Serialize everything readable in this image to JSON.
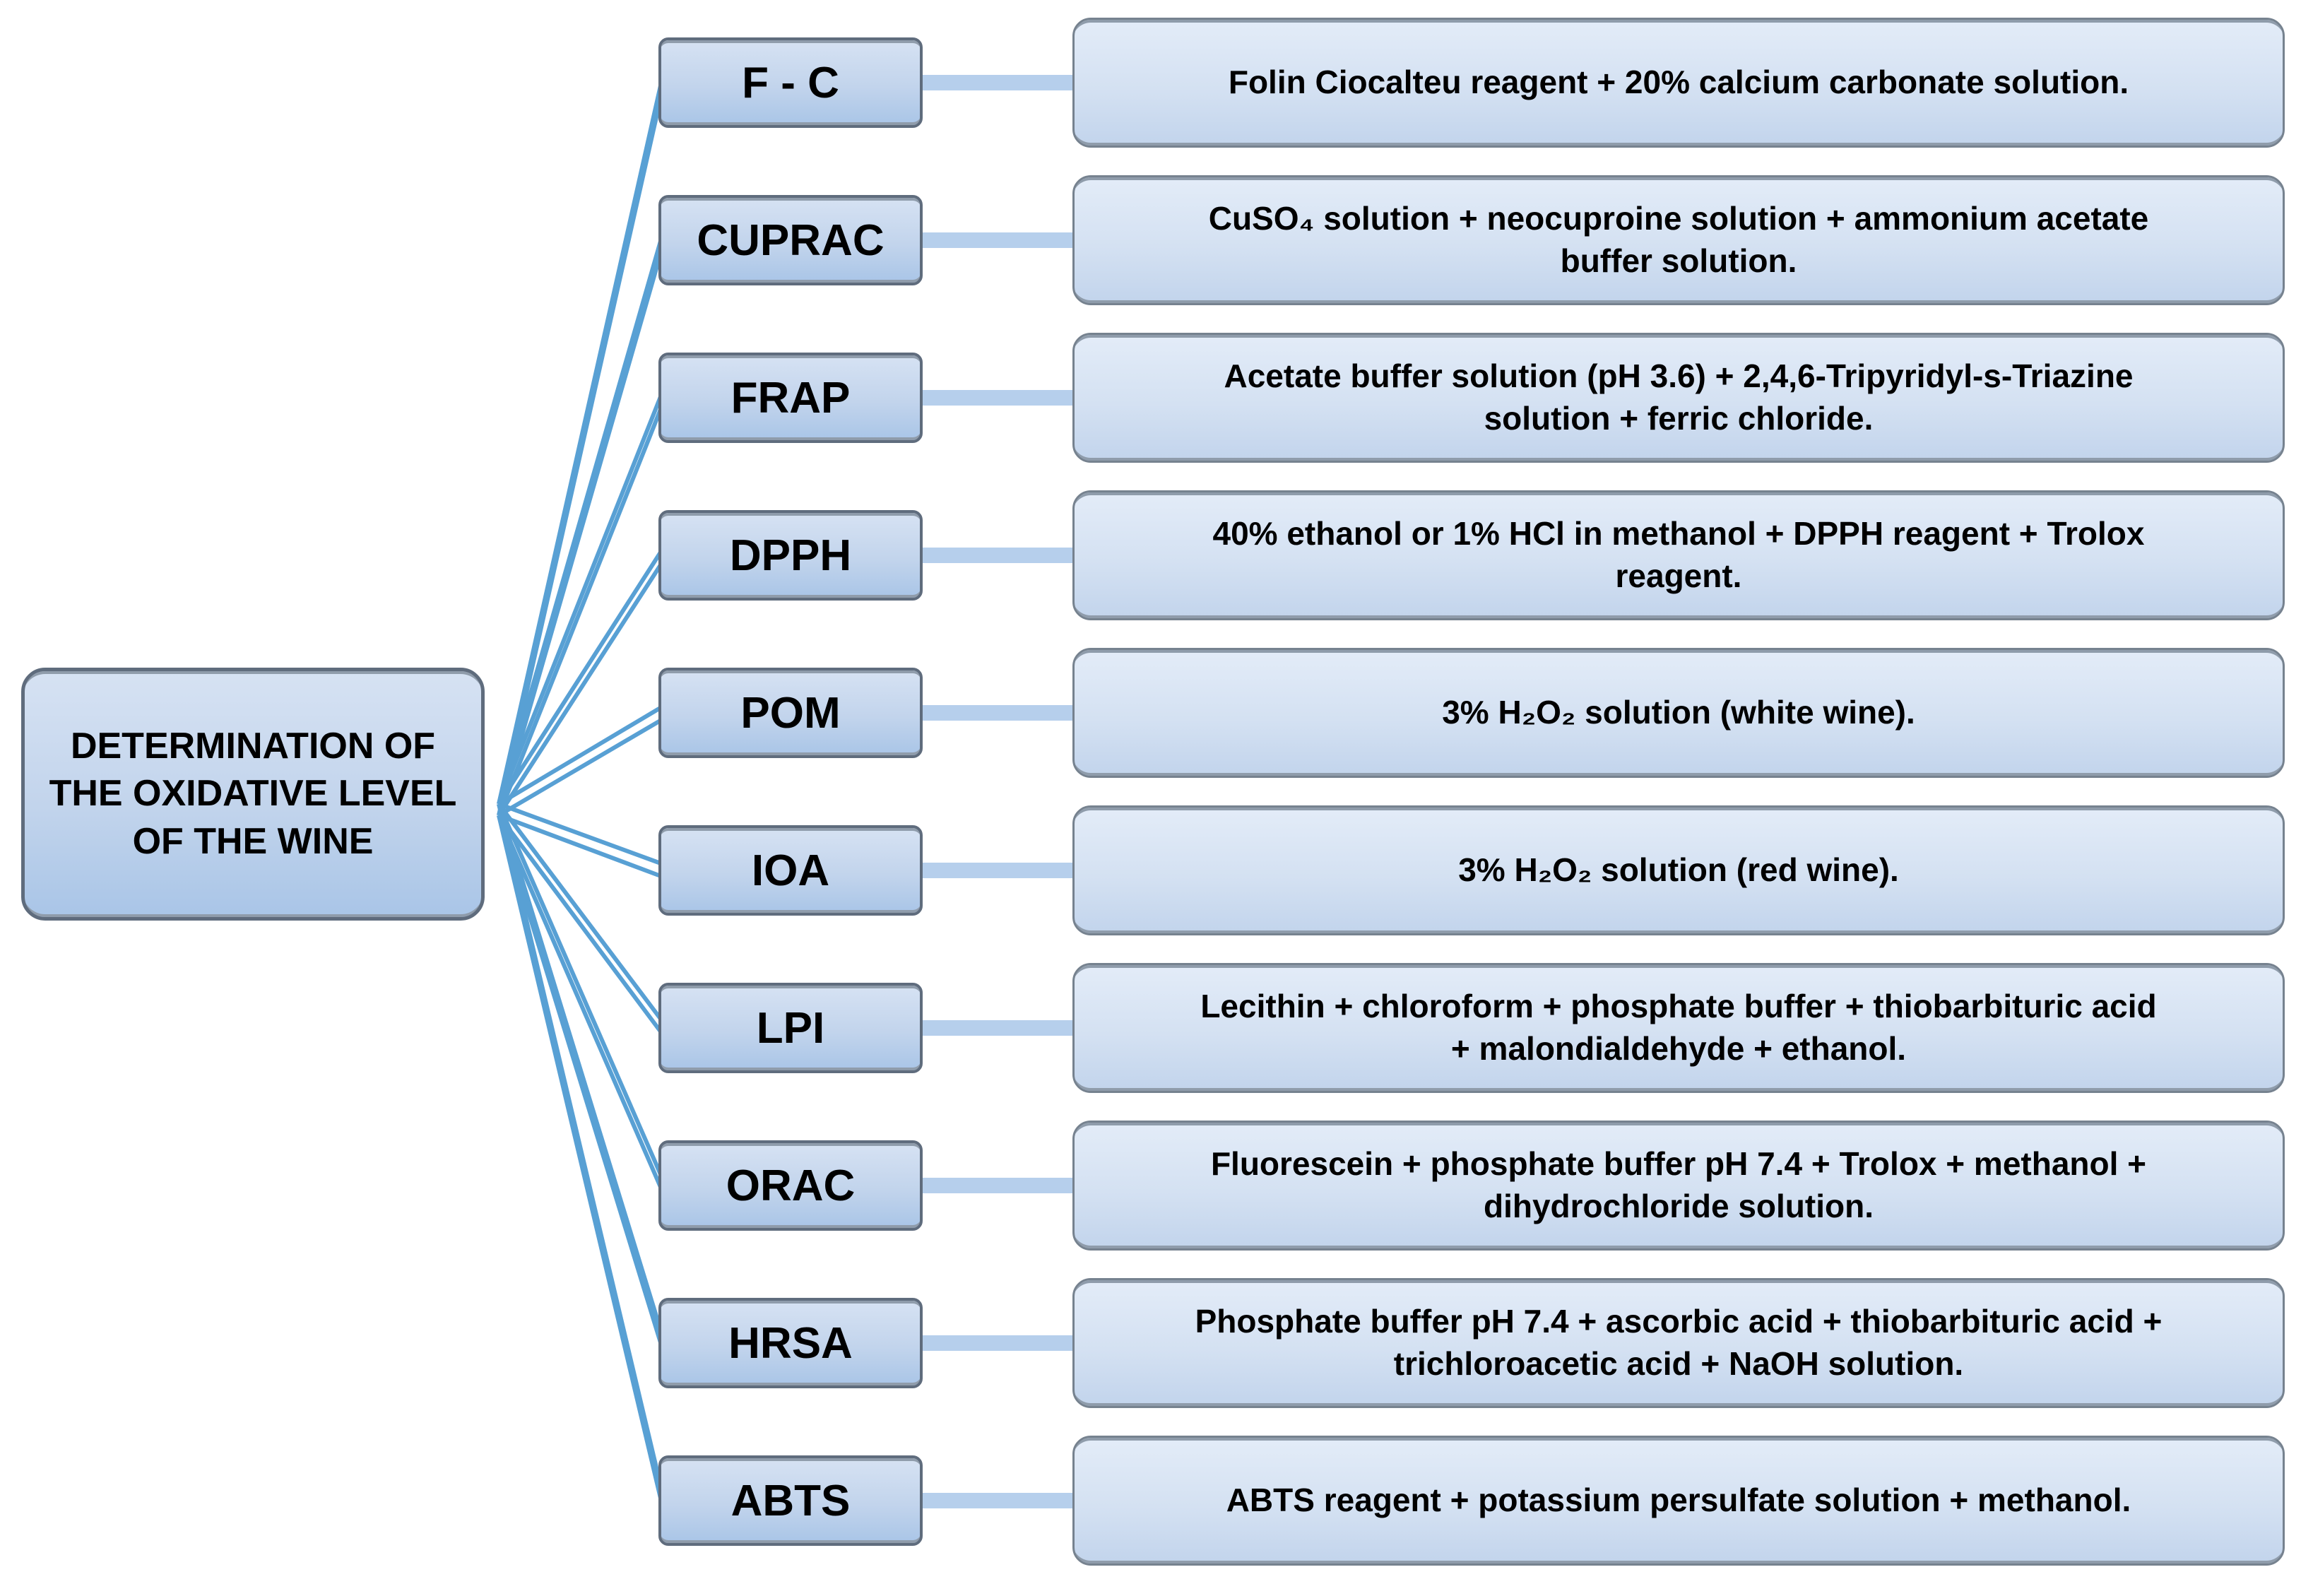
{
  "root": {
    "label": "DETERMINATION OF\nTHE OXIDATIVE LEVEL\nOF THE WINE"
  },
  "methods": [
    {
      "abbr": "F - C",
      "reagents": "Folin Ciocalteu reagent + 20% calcium carbonate solution."
    },
    {
      "abbr": "CUPRAC",
      "reagents": "CuSO₄ solution + neocuproine solution + ammonium acetate\nbuffer solution."
    },
    {
      "abbr": "FRAP",
      "reagents": "Acetate buffer solution (pH 3.6) + 2,4,6-Tripyridyl-s-Triazine\nsolution + ferric chloride."
    },
    {
      "abbr": "DPPH",
      "reagents": "40% ethanol or 1% HCl in methanol + DPPH reagent + Trolox\nreagent."
    },
    {
      "abbr": "POM",
      "reagents": "3% H₂O₂ solution (white wine)."
    },
    {
      "abbr": "IOA",
      "reagents": "3% H₂O₂ solution (red wine)."
    },
    {
      "abbr": "LPI",
      "reagents": "Lecithin + chloroform + phosphate buffer + thiobarbituric acid\n+ malondialdehyde + ethanol."
    },
    {
      "abbr": "ORAC",
      "reagents": "Fluorescein + phosphate buffer pH 7.4 + Trolox + methanol +\ndihydrochloride solution."
    },
    {
      "abbr": "HRSA",
      "reagents": "Phosphate buffer pH 7.4 + ascorbic acid + thiobarbituric acid +\ntrichloroacetic acid + NaOH solution."
    },
    {
      "abbr": "ABTS",
      "reagents": "ABTS reagent + potassium persulfate solution + methanol."
    }
  ],
  "colors": {
    "background": "#ffffff",
    "node_fill_top": "#d6e2f3",
    "node_fill_mid": "#c2d4ec",
    "node_fill_bottom": "#a9c5e7",
    "desc_fill_top": "#e3ecf8",
    "desc_fill_mid": "#d4e1f2",
    "desc_fill_bottom": "#c2d4ec",
    "box_border": "#5f6c7d",
    "desc_border": "#76828f",
    "bevel": "#8f9cab",
    "radial_line": "#58a0d4",
    "h_connector": "#b6cfec",
    "text": "#000000"
  }
}
